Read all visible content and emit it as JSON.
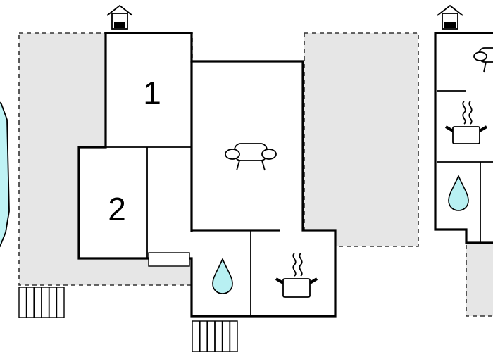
{
  "rooms": [
    {
      "id": "room-1",
      "label": "1"
    },
    {
      "id": "room-2",
      "label": "2"
    }
  ],
  "icons": [
    "entrance-icon",
    "sofa-icon",
    "water-drop-icon",
    "cooking-pot-icon"
  ],
  "colors": {
    "terrace": "#e6e6e6",
    "wall": "#000000",
    "water": "#b8f0f2",
    "background": "#ffffff"
  }
}
